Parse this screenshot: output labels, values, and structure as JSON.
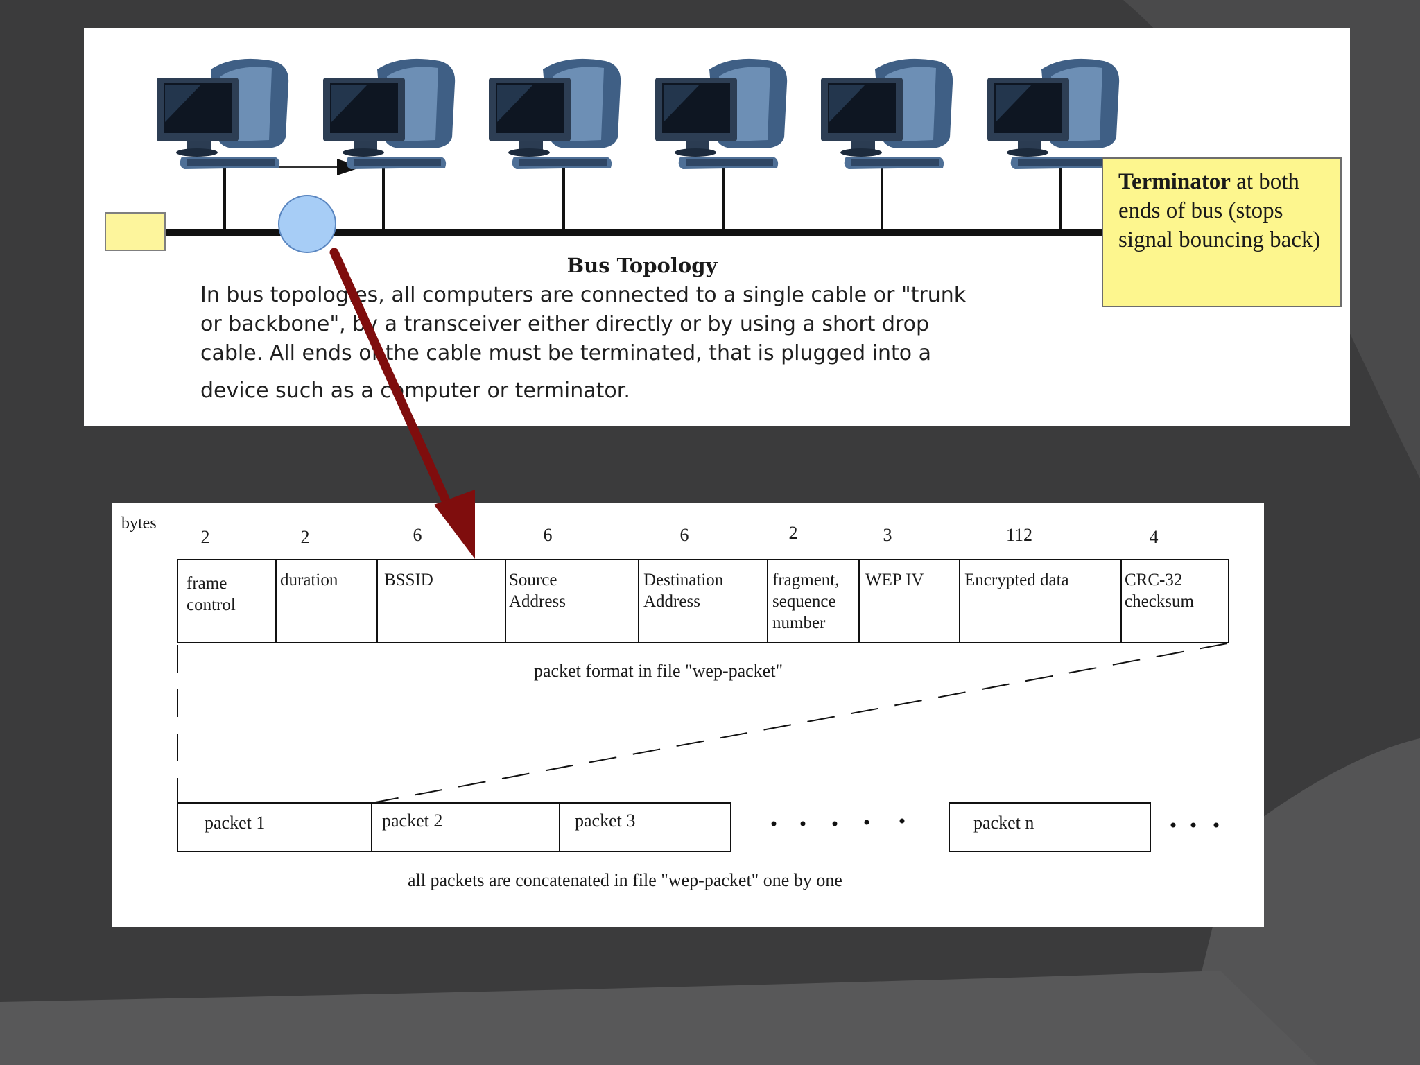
{
  "bus_topology": {
    "title": "Bus Topology",
    "description_lines": [
      "In bus topologies, all computers are connected to a single cable or \"trunk",
      "or backbone\", by a transceiver either directly or by using a short drop",
      "cable.  All ends of the cable must be terminated, that is plugged into a",
      "device such as a computer or terminator."
    ],
    "terminator_bold": "Terminator",
    "terminator_rest": " at both ends of bus (stops signal bouncing back)",
    "computer_icon": "desktop-computer-icon"
  },
  "packet_format": {
    "bytes_label": "bytes",
    "byte_sizes": [
      "2",
      "2",
      "6",
      "6",
      "6",
      "2",
      "3",
      "112",
      "4"
    ],
    "fields": [
      "frame\ncontrol",
      "duration",
      "BSSID",
      "Source\nAddress",
      "Destination\nAddress",
      "fragment,\nsequence\nnumber",
      "WEP IV",
      "Encrypted data",
      "CRC-32\nchecksum"
    ],
    "format_caption": "packet format in file \"wep-packet\"",
    "packets": [
      "packet 1",
      "packet 2",
      "packet 3",
      "packet n"
    ],
    "concat_caption": "all packets are concatenated in file \"wep-packet\" one by one"
  },
  "colors": {
    "background": "#3b3b3c",
    "arrow": "#7f0d0d",
    "terminator_fill": "#fdf68e",
    "signal_circle": "#a7cdf6"
  }
}
